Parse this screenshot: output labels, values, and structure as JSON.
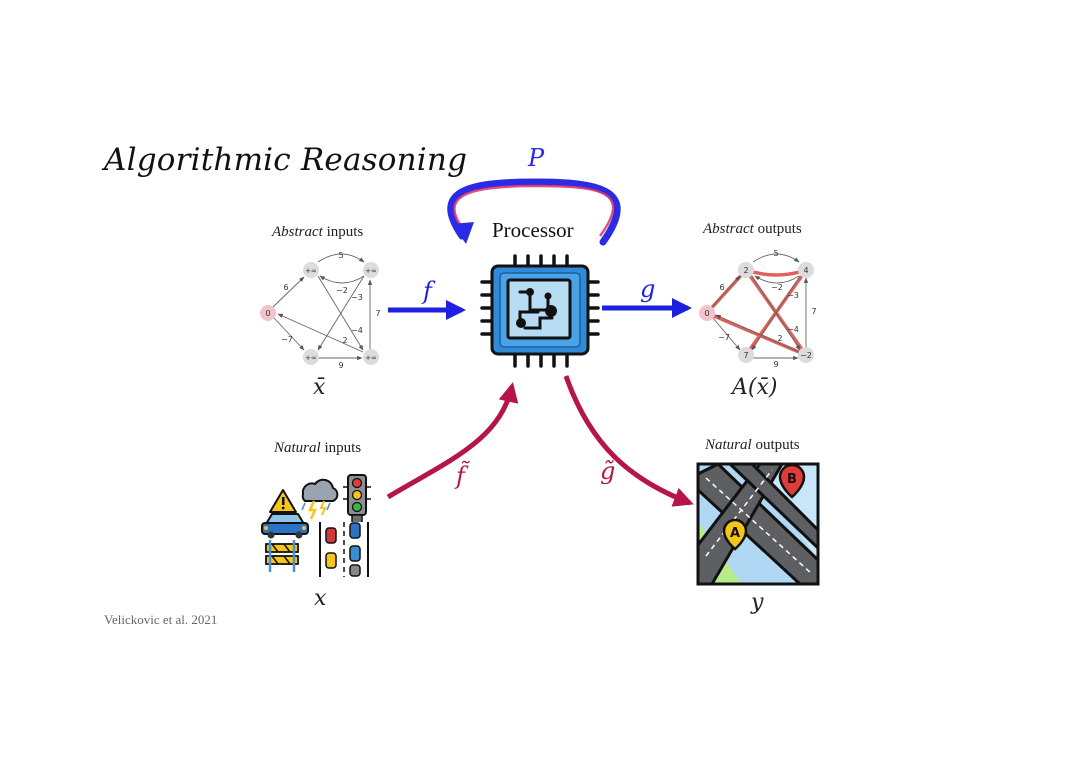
{
  "title": "Algorithmic Reasoning",
  "citation": "Velickovic et al. 2021",
  "processor": {
    "label": "Processor",
    "loop_label": "P"
  },
  "abstract_inputs": {
    "caption_em": "Abstract",
    "caption_rest": " inputs",
    "var": "x̄",
    "nodes": [
      "0",
      "+∞",
      "+∞",
      "+∞",
      "+∞"
    ],
    "edge_labels": [
      "5",
      "6",
      "−2",
      "−3",
      "−4",
      "7",
      "2",
      "−7",
      "9"
    ]
  },
  "abstract_outputs": {
    "caption_em": "Abstract",
    "caption_rest": " outputs",
    "var": "A(x̄)",
    "nodes": [
      "0",
      "2",
      "4",
      "7",
      "−2"
    ],
    "edge_labels": [
      "5",
      "6",
      "−2",
      "−3",
      "−4",
      "7",
      "2",
      "−7",
      "9"
    ]
  },
  "natural_inputs": {
    "caption_em": "Natural",
    "caption_rest": " inputs",
    "var": "x"
  },
  "natural_outputs": {
    "caption_em": "Natural",
    "caption_rest": " outputs",
    "var": "y",
    "pin_labels": [
      "A",
      "B"
    ]
  },
  "arrows": {
    "f": "f",
    "g": "g",
    "f_tilde": "f̃",
    "g_tilde": "g̃"
  },
  "colors": {
    "blue": "#1f1fe0",
    "crimson": "#b5154a",
    "chip_blue": "#2f8ad8",
    "chip_light": "#b9dcf5",
    "node_pink": "#f3c3cc",
    "node_gray": "#dcdcdc",
    "path_red": "#d9463e"
  }
}
